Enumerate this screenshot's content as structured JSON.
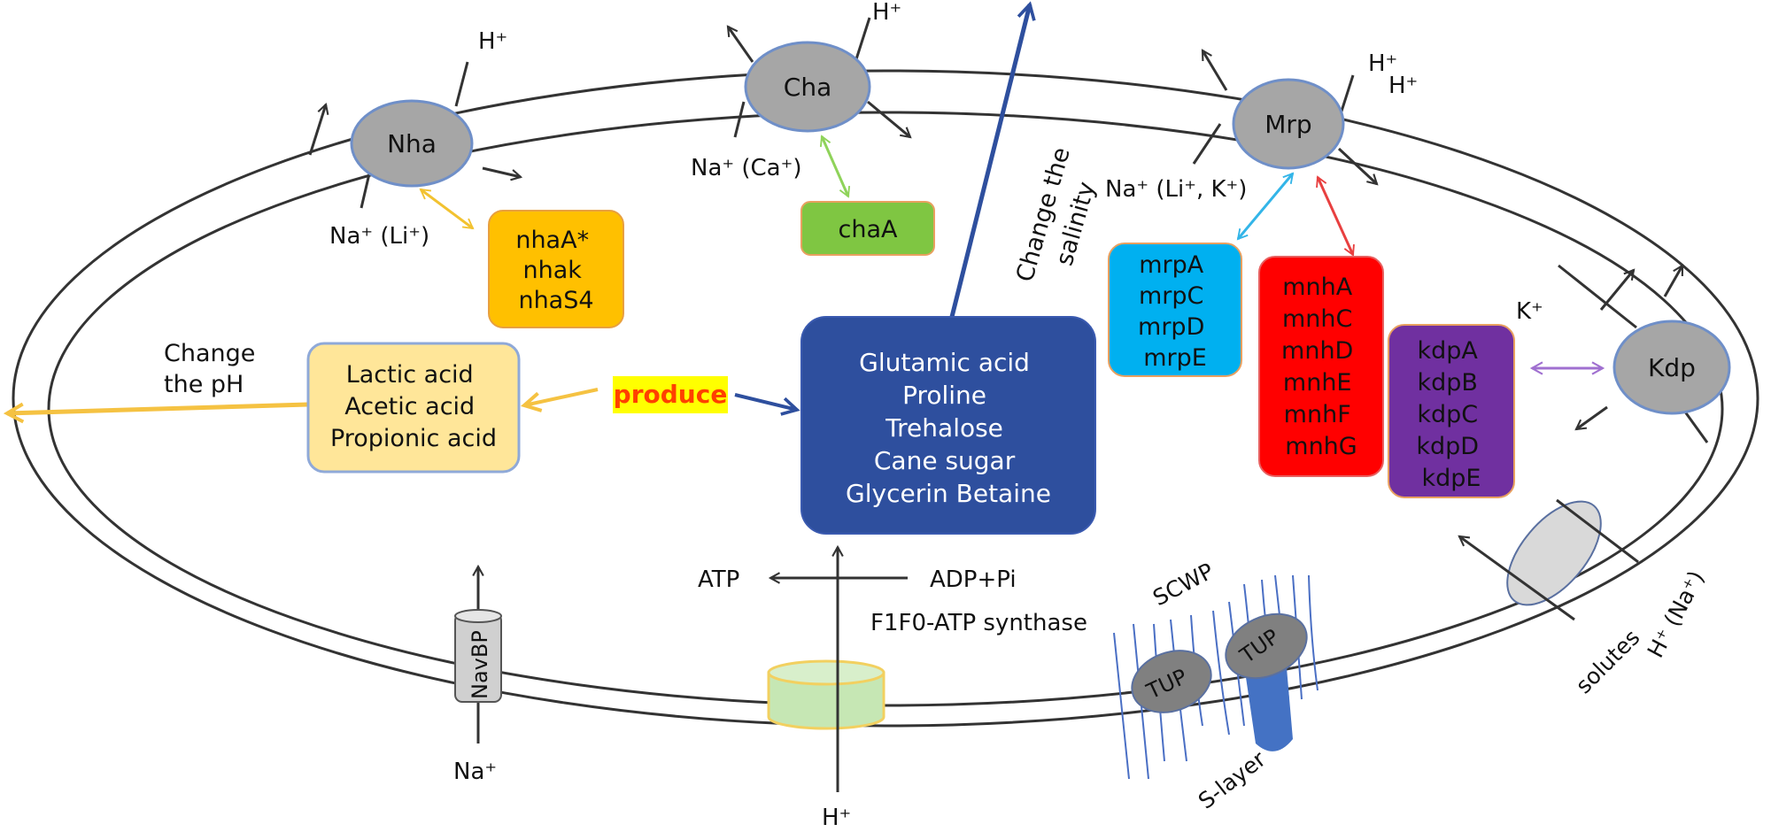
{
  "colors": {
    "membrane": "#333333",
    "protein_fill": "#a6a6a6",
    "protein_stroke": "#6f8fc8",
    "nha_genes": "#ffc000",
    "cha_genes": "#7fc642",
    "mrp_genes": "#00b0f0",
    "mnh_genes": "#ff0000",
    "kdp_genes": "#7030a0",
    "acids": "#ffe699",
    "osmolytes": "#2e4f9e",
    "produce_bg": "#ffff00",
    "produce_text": "#ff4000",
    "arrow_blue": "#2e4f9e",
    "arrow_yellow": "#f5c242",
    "atpase": "#c6e7b4",
    "scwp": "#4472c4",
    "tup": "#808080"
  },
  "proteins": {
    "nha": {
      "label": "Nha",
      "out_ion": "H⁺",
      "in_ion": "Na⁺  (Li⁺)"
    },
    "cha": {
      "label": "Cha",
      "out_ion": "H⁺",
      "in_ion": "Na⁺  (Ca⁺)"
    },
    "mrp": {
      "label": "Mrp",
      "out_ion_1": "H⁺",
      "out_ion_2": "H⁺",
      "in_ion": "Na⁺  (Li⁺, K⁺)"
    },
    "kdp": {
      "label": "Kdp",
      "ion": "K⁺"
    },
    "navbp": {
      "label": "NavBP",
      "ion": "Na⁺"
    },
    "atp_synthase": {
      "label": "F1F0-ATP synthase",
      "ion": "H⁺",
      "product": "ATP",
      "substrate": "ADP+Pi"
    },
    "tup_left": {
      "label": "TUP"
    },
    "tup_right": {
      "label": "TUP"
    },
    "scwp": {
      "label": "SCWP"
    },
    "s_layer": {
      "label": "S-layer"
    },
    "symporter": {
      "solutes": "solutes",
      "ion": "H⁺  (Na⁺)"
    }
  },
  "gene_boxes": {
    "nha": [
      "nhaA*",
      "nhak",
      "nhaS4"
    ],
    "cha": [
      "chaA"
    ],
    "mrp": [
      "mrpA",
      "mrpC",
      "mrpD",
      "mrpE"
    ],
    "mnh": [
      "mnhA",
      "mnhC",
      "mnhD",
      "mnhE",
      "mnhF",
      "mnhG"
    ],
    "kdp": [
      "kdpA",
      "kdpB",
      "kdpC",
      "kdpD",
      "kdpE"
    ]
  },
  "acids": {
    "items": [
      "Lactic acid",
      "Acetic acid",
      "Propionic acid"
    ],
    "effect_line1": "Change",
    "effect_line2": "the pH"
  },
  "produce_label": "produce",
  "osmolytes": {
    "items": [
      "Glutamic acid",
      "Proline",
      "Trehalose",
      "Cane sugar",
      "Glycerin Betaine"
    ],
    "effect_line1": "Change the",
    "effect_line2": "salinity"
  }
}
